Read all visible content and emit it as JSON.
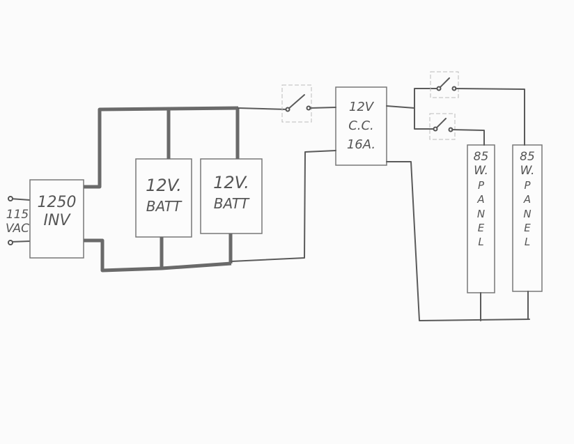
{
  "ac_output": {
    "label_line1": "115",
    "label_line2": "VAC"
  },
  "inverter": {
    "line1": "1250",
    "line2": "INV"
  },
  "batteries": [
    {
      "line1": "12V.",
      "line2": "BATT"
    },
    {
      "line1": "12V.",
      "line2": "BATT"
    }
  ],
  "charge_controller": {
    "line1": "12V",
    "line2": "C.C.",
    "line3": "16A."
  },
  "panels": [
    {
      "line1": "85",
      "line2": "W.",
      "letters": "P\nA\nN\nE\nL"
    },
    {
      "line1": "85",
      "line2": "W.",
      "letters": "P\nA\nN\nE\nL"
    }
  ],
  "colors": {
    "ink": "#5a5a5a",
    "paper": "#fbfbfb"
  }
}
